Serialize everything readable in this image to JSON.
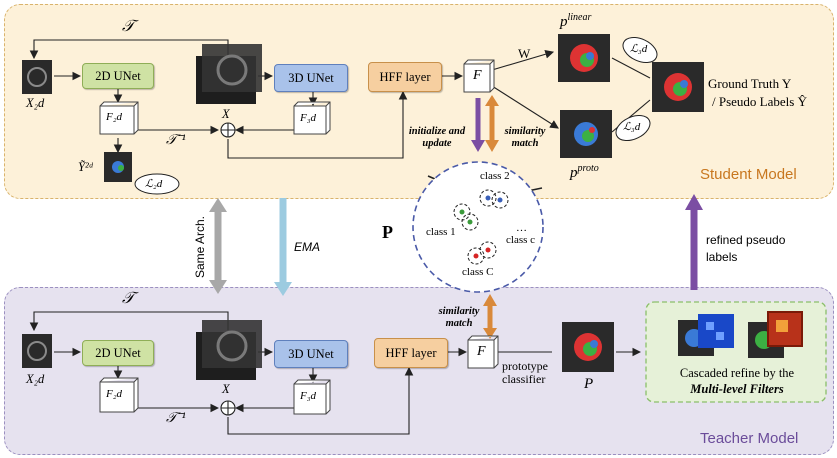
{
  "student": {
    "title": "Student Model",
    "tau": "𝒯",
    "tau_inv": "𝒯⁻¹",
    "x2d": "X₂d",
    "unet2d": "2D UNet",
    "x": "X",
    "unet3d": "3D UNet",
    "hff": "HFF layer",
    "f": "F",
    "f2d": "F₂d",
    "f3d": "F₃d",
    "y2d": "Ỹ²ᵈ",
    "l2d": "ℒ₂d",
    "w": "W",
    "p_linear": "p",
    "p_linear_sup": "linear",
    "p_proto": "p",
    "p_proto_sup": "proto",
    "l3d_top": "ℒ₃d",
    "l3d_bottom": "ℒ₃d",
    "gt_line1": "Ground Truth Y",
    "gt_line2": "/ Pseudo Labels Ŷ",
    "init_update": "initialize and update",
    "similarity_match": "similarity match"
  },
  "prototype": {
    "label": "P",
    "class1": "class 1",
    "class2": "class 2",
    "classc": "class c",
    "classC": "class C",
    "dots": "…"
  },
  "middle": {
    "same_arch": "Same Arch.",
    "ema": "EMA",
    "refined": "refined pseudo labels"
  },
  "teacher": {
    "title": "Teacher Model",
    "tau": "𝒯",
    "tau_inv": "𝒯⁻¹",
    "x2d": "X₂d",
    "unet2d": "2D UNet",
    "x": "X",
    "unet3d": "3D UNet",
    "hff": "HFF layer",
    "f": "F",
    "f2d": "F₂d",
    "f3d": "F₃d",
    "similarity_match": "similarity match",
    "proto_classifier": "prototype classifier",
    "p": "P",
    "cascade_line1": "Cascaded refine by the",
    "cascade_line2": "Multi-level Filters"
  },
  "colors": {
    "student_bg": "#fdf1d9",
    "teacher_bg": "#e6e2ef",
    "student_title": "#c8771f",
    "teacher_title": "#6b4c9a",
    "purple_arrow": "#7b4ea3",
    "orange_arrow": "#d9893a",
    "gray_arrow": "#a8a8a8",
    "blue_arrow": "#9ccbe0"
  }
}
